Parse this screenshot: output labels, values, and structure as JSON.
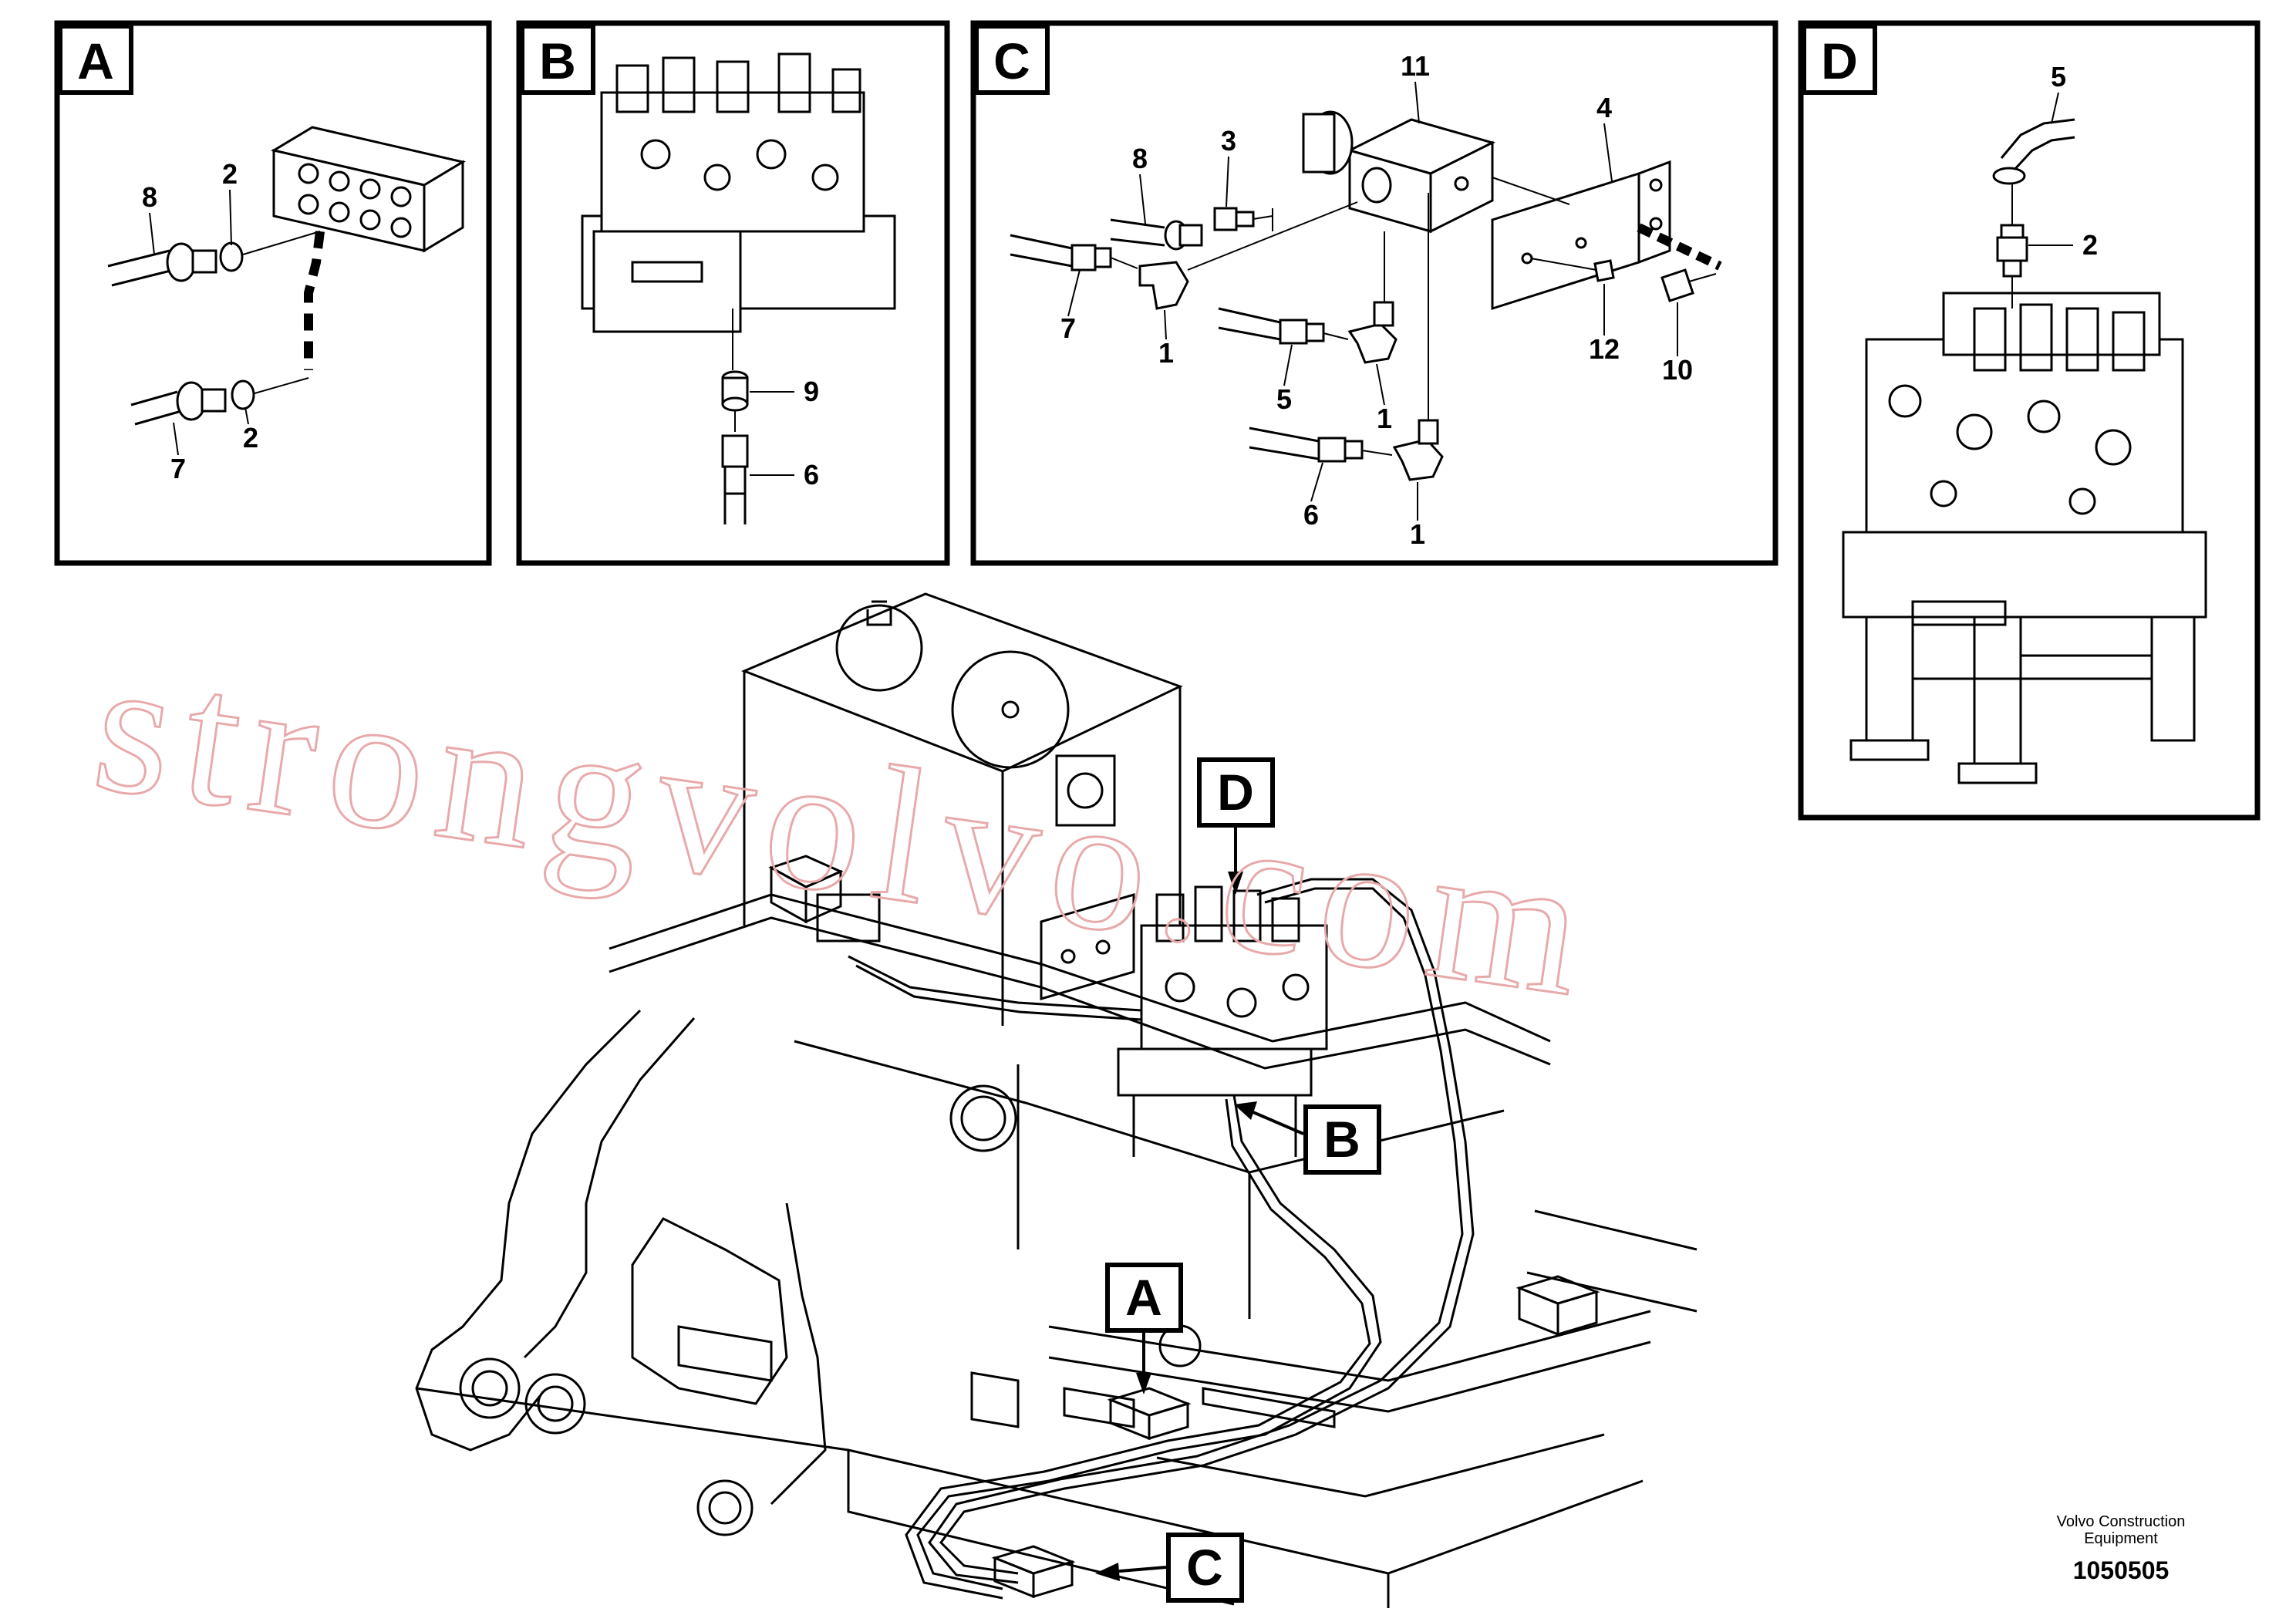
{
  "panels": [
    {
      "id": "A",
      "label": "A",
      "callouts": [
        "8",
        "2",
        "7",
        "2"
      ]
    },
    {
      "id": "B",
      "label": "B",
      "callouts": [
        "9",
        "6"
      ]
    },
    {
      "id": "C",
      "label": "C",
      "callouts": [
        "11",
        "4",
        "8",
        "3",
        "7",
        "1",
        "5",
        "1",
        "12",
        "10",
        "6",
        "1"
      ]
    },
    {
      "id": "D",
      "label": "D",
      "callouts": [
        "5",
        "2"
      ]
    }
  ],
  "main_tags": [
    "D",
    "B",
    "A",
    "C"
  ],
  "watermark": "strongvolvo.com",
  "credit": {
    "line1": "Volvo Construction",
    "line2": "Equipment"
  },
  "doc_number": "1050505",
  "colors": {
    "line": "#000000",
    "background": "#ffffff",
    "watermark": "#e8a9ab"
  }
}
